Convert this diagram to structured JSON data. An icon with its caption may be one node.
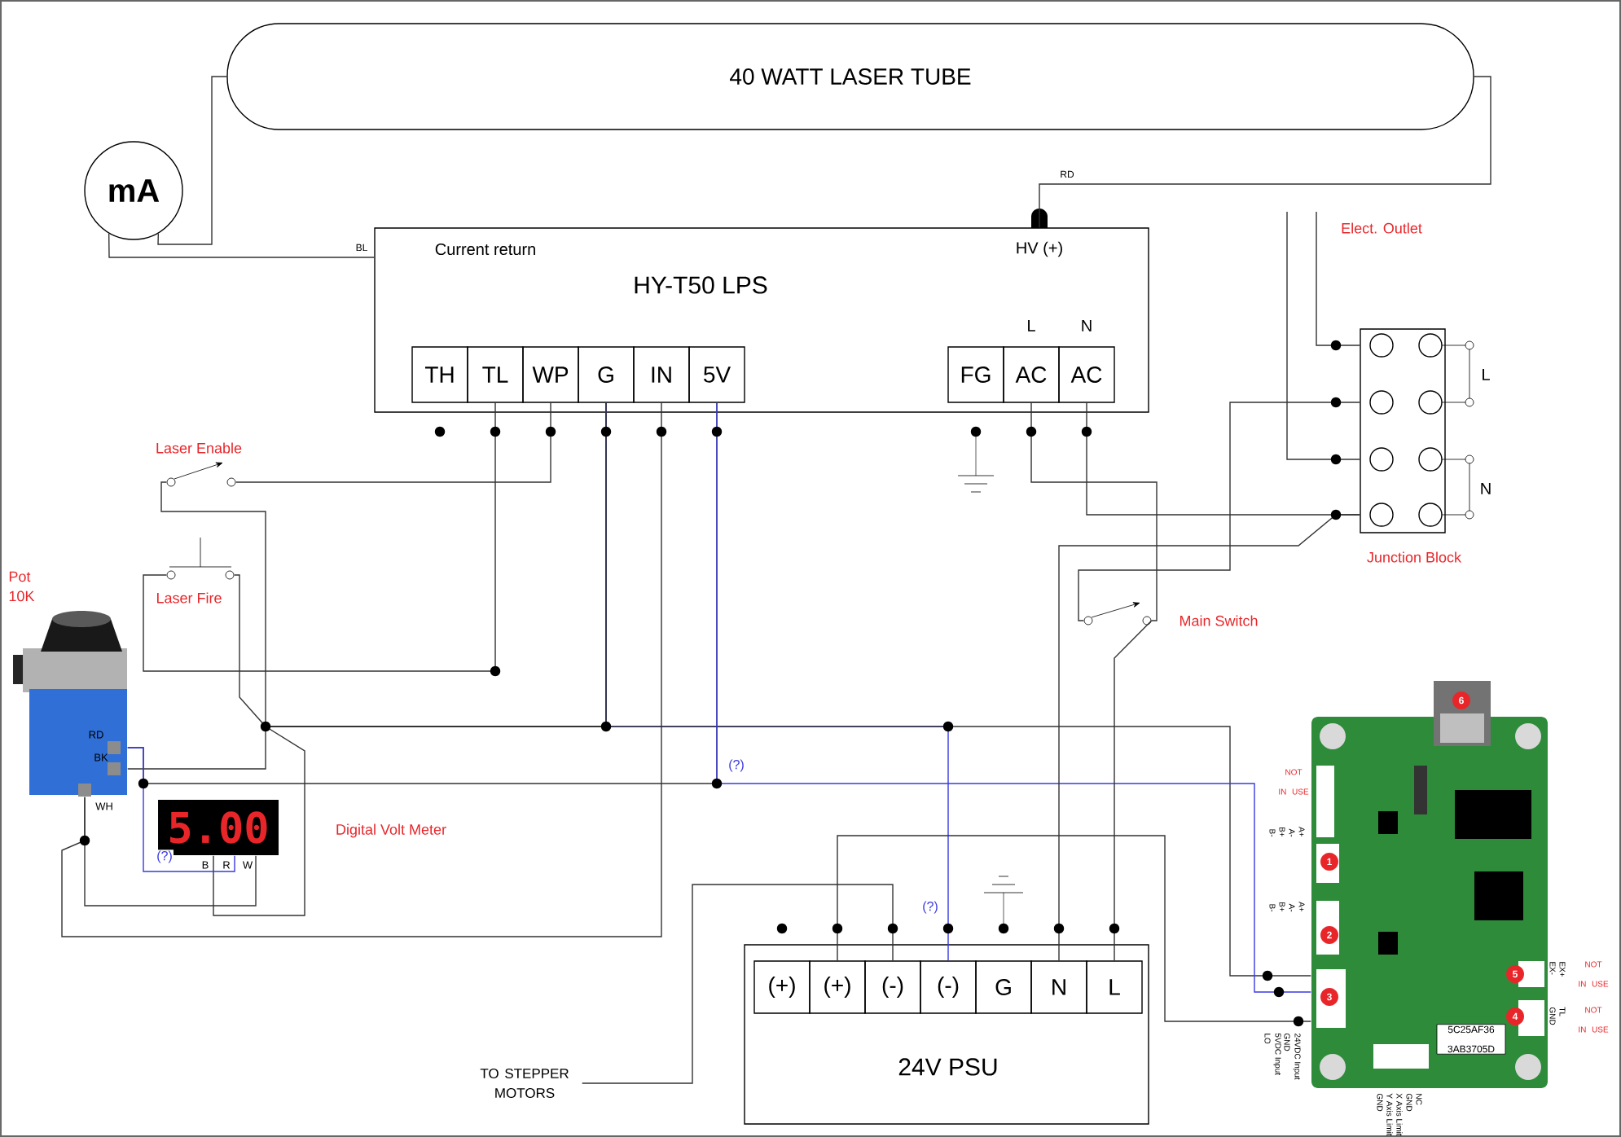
{
  "diagram": {
    "nodes": [
      {
        "text": [
          "40 WATT LASER TUBE"
        ]
      },
      {
        "text": [
          "mA"
        ]
      },
      {
        "text": [
          "Current return",
          "HY-T50 LPS",
          "HV (+)"
        ]
      },
      {
        "text": [
          "TH"
        ],
        "in": 2
      },
      {
        "text": [
          "TL"
        ],
        "in": 2
      },
      {
        "text": [
          "WP"
        ],
        "in": 2
      },
      {
        "text": [
          "G"
        ],
        "in": 2
      },
      {
        "text": [
          "IN"
        ],
        "in": 2
      },
      {
        "text": [
          "5V"
        ],
        "in": 2
      },
      {
        "text": [
          "FG"
        ],
        "in": 2
      },
      {
        "text": [
          "AC"
        ],
        "in": 2,
        "beside": [
          "L"
        ]
      },
      {
        "text": [
          "AC"
        ],
        "in": 2,
        "beside": [
          "N"
        ]
      },
      {
        "text": [],
        "shape": "switch",
        "beside": [
          "Laser Enable"
        ]
      },
      {
        "text": [],
        "shape": "switch",
        "beside": [
          "Laser Fire"
        ]
      },
      {
        "text": [],
        "shape": "picture",
        "beside": [
          "Pot 10K"
        ]
      },
      {
        "text": [
          "5.00"
        ],
        "beside": [
          "Digital Volt Meter"
        ]
      },
      {
        "text": [],
        "shape": "box",
        "beside": [
          "Junction Block"
        ]
      },
      {
        "text": [],
        "shape": "switch",
        "beside": [
          "Main Switch"
        ]
      },
      {
        "text": [
          "24V PSU"
        ]
      },
      {
        "text": [
          "(+)"
        ],
        "in": 18
      },
      {
        "text": [
          "(+)"
        ],
        "in": 18
      },
      {
        "text": [
          "(-)"
        ],
        "in": 18
      },
      {
        "text": [
          "(-)"
        ],
        "in": 18
      },
      {
        "text": [
          "G"
        ],
        "in": 18
      },
      {
        "text": [
          "N"
        ],
        "in": 18
      },
      {
        "text": [
          "L"
        ],
        "in": 18
      },
      {
        "text": [
          "TO STEPPER MOTORS"
        ]
      },
      {
        "text": [
          "6",
          "1",
          "2",
          "3",
          "5",
          "4",
          "5C25AF36 3AB3705D"
        ],
        "beside": [
          "NOT IN USE",
          "A+",
          "A-",
          "B+",
          "B-",
          "A+",
          "A-",
          "B+",
          "B-",
          "EX+",
          "EX-",
          "NOT IN USE",
          "TL",
          "GND",
          "NOT IN USE",
          "LO",
          "5VDC Input",
          "GND",
          "24VDC Input",
          "GND",
          "Y Axis Limit",
          "X Axis Limit",
          "GND",
          "NC"
        ]
      }
    ],
    "edges": [
      {
        "from": 1,
        "to": 0,
        "arrow": "none"
      },
      {
        "from": 1,
        "to": 2,
        "arrow": "none",
        "label": "BL"
      },
      {
        "from": 2,
        "to": 0,
        "arrow": "none",
        "label": "RD"
      },
      {
        "from": 4,
        "to": 13,
        "arrow": "none"
      },
      {
        "from": 5,
        "to": 12,
        "arrow": "none"
      },
      {
        "from": 12,
        "to": 6,
        "arrow": "none"
      },
      {
        "from": 13,
        "to": 6,
        "arrow": "none"
      },
      {
        "from": 14,
        "to": 6,
        "arrow": "none"
      },
      {
        "from": 15,
        "to": 6,
        "arrow": "none"
      },
      {
        "from": 22,
        "to": 6,
        "arrow": "none",
        "label": "(?)",
        "color": "#3a3ae0"
      },
      {
        "from": 6,
        "to": 27,
        "arrow": "none"
      },
      {
        "from": 8,
        "to": 14,
        "arrow": "none"
      },
      {
        "from": 8,
        "to": 27,
        "arrow": "none",
        "label": "(?)",
        "color": "#3a3ae0"
      },
      {
        "from": 14,
        "to": 15,
        "arrow": "none",
        "label": "(?)",
        "color": "#3a3ae0"
      },
      {
        "from": 7,
        "to": 14,
        "arrow": "none"
      },
      {
        "from": 15,
        "to": 14,
        "arrow": "none"
      },
      {
        "from": 16,
        "to": 17,
        "arrow": "none"
      },
      {
        "from": 17,
        "to": 10,
        "arrow": "none"
      },
      {
        "from": 17,
        "to": 25,
        "arrow": "none"
      },
      {
        "from": 11,
        "to": 16,
        "arrow": "none"
      },
      {
        "from": 16,
        "to": 24,
        "arrow": "none"
      },
      {
        "from": null,
        "to": 16,
        "arrow": "none"
      },
      {
        "from": null,
        "to": 16,
        "arrow": "none"
      },
      {
        "from": 20,
        "to": 27,
        "arrow": "none"
      },
      {
        "from": 21,
        "to": 26,
        "arrow": "none"
      }
    ],
    "labels": [
      "Elect. Outlet",
      "L",
      "N",
      "RD",
      "BK",
      "WH",
      "B",
      "R",
      "W"
    ]
  }
}
